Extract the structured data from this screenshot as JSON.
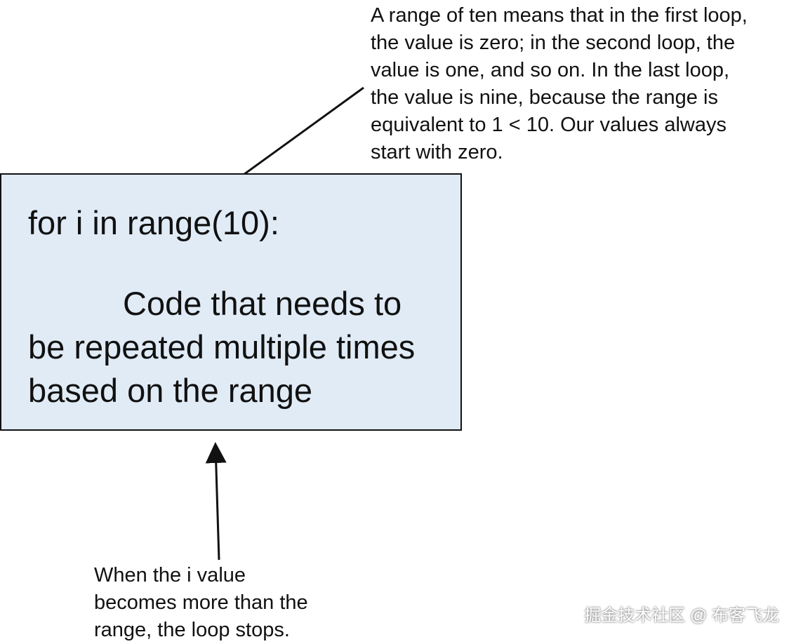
{
  "top_annotation": [
    "A range of ten means that in the first loop,",
    "the value is zero; in the second loop, the",
    "value is one, and so on. In the last loop,",
    "the value is nine, because the range is",
    "equivalent to 1 < 10. Our values always",
    "start with zero."
  ],
  "code_box": {
    "code_line": "for i in range(10):",
    "body_lines": [
      "Code that needs to",
      "be repeated multiple times",
      "based on the range"
    ],
    "fill_color": "#e0ebf6"
  },
  "bottom_annotation": [
    "When the i value",
    "becomes more than the",
    "range, the loop stops."
  ],
  "watermark": "掘金技术社区 @ 布客飞龙"
}
